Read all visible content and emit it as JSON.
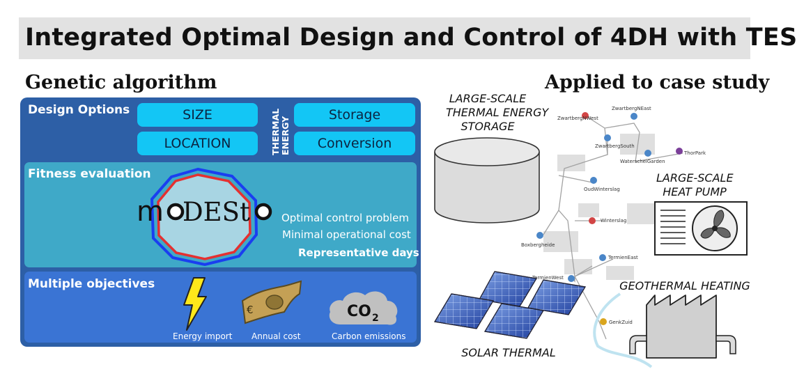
{
  "title": "Integrated Optimal Design and Control of 4DH with TES",
  "left_heading": "Genetic algorithm",
  "right_heading": "Applied to case study",
  "design": {
    "label": "Design Options",
    "size": "SIZE",
    "location": "LOCATION",
    "vertical": [
      "THERMAL",
      "ENERGY"
    ],
    "storage": "Storage",
    "conversion": "Conversion"
  },
  "fitness": {
    "label": "Fitness evaluation",
    "logo_text": "modesto",
    "logo_parts": [
      "m",
      "DESt"
    ],
    "line1": "Optimal control problem",
    "line2": "Minimal operational cost",
    "line3": "Representative days"
  },
  "objectives": {
    "label": "Multiple objectives",
    "energy": "Energy import",
    "cost": "Annual cost",
    "carbon": "Carbon emissions",
    "co2_main": "CO",
    "co2_sub": "2",
    "euro": "€"
  },
  "case_study": {
    "storage_caption": [
      "LARGE-SCALE",
      "THERMAL ENERGY",
      "STORAGE"
    ],
    "heatpump_caption": [
      "LARGE-SCALE",
      "HEAT PUMP"
    ],
    "geothermal_caption": "GEOTHERMAL HEATING",
    "solar_caption": "SOLAR THERMAL",
    "map_nodes": [
      {
        "name": "ZwartbergNWest",
        "color": "#d24545"
      },
      {
        "name": "ZwartbergNEast",
        "color": "#4a86c8"
      },
      {
        "name": "ZwartbergSouth",
        "color": "#4a86c8"
      },
      {
        "name": "WaterscheiGarden",
        "color": "#4a86c8"
      },
      {
        "name": "ThorPark",
        "color": "#7b3f99"
      },
      {
        "name": "OudWinterslag",
        "color": "#4a86c8"
      },
      {
        "name": "Winterslag",
        "color": "#d24545"
      },
      {
        "name": "Boxbergheide",
        "color": "#4a86c8"
      },
      {
        "name": "TermienEast",
        "color": "#4a86c8"
      },
      {
        "name": "TermienWest",
        "color": "#4a86c8"
      },
      {
        "name": "GenkZuid",
        "color": "#d9a51e"
      }
    ]
  }
}
